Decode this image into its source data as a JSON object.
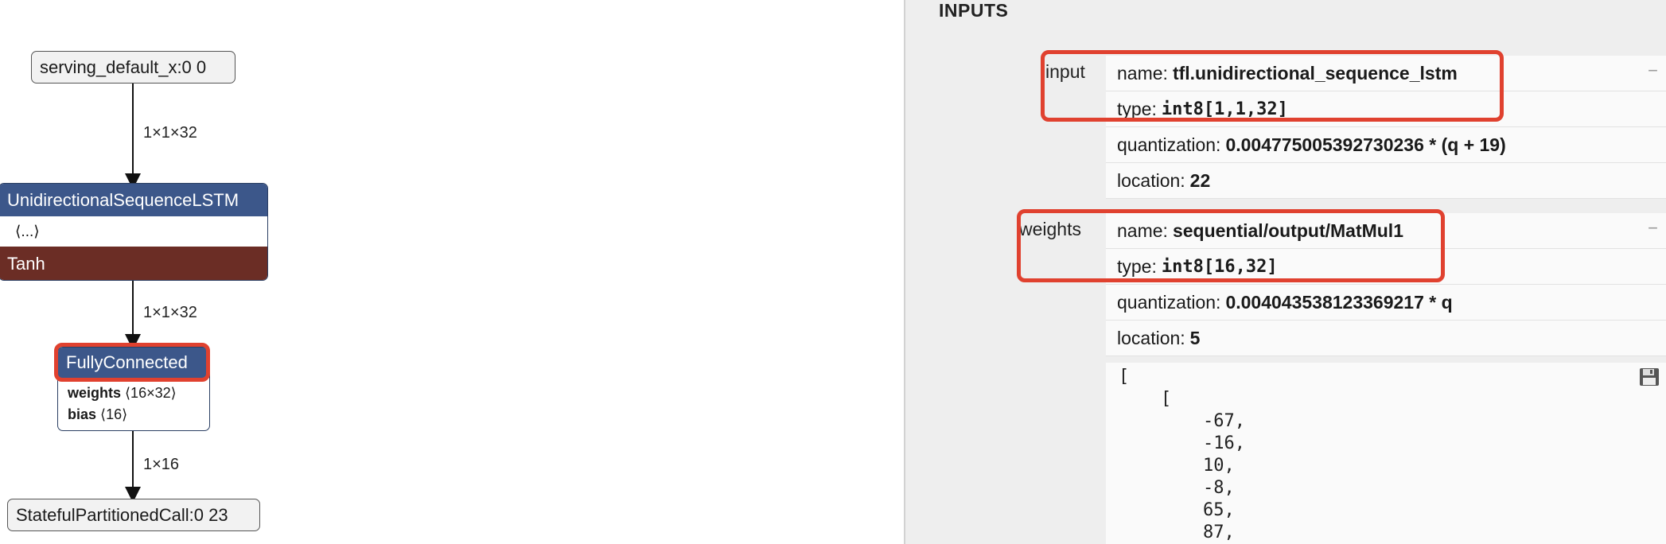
{
  "graph": {
    "input_node": "serving_default_x:0 0",
    "edge1": "1×1×32",
    "lstm": {
      "title": "UnidirectionalSequenceLSTM",
      "attr": "⟨...⟩",
      "activation": "Tanh"
    },
    "edge2": "1×1×32",
    "fc": {
      "title": "FullyConnected",
      "weights_label": "weights",
      "weights_shape": "⟨16×32⟩",
      "bias_label": "bias",
      "bias_shape": "⟨16⟩"
    },
    "edge3": "1×16",
    "output_node": "StatefulPartitionedCall:0 23"
  },
  "sidebar": {
    "section": "INPUTS",
    "input": {
      "label": "input",
      "name_key": "name:",
      "name_val": "tfl.unidirectional_sequence_lstm",
      "type_key": "type:",
      "type_val": "int8[1,1,32]",
      "quant_key": "quantization:",
      "quant_val": "0.004775005392730236 * (q + 19)",
      "loc_key": "location:",
      "loc_val": "22"
    },
    "weights": {
      "label": "weights",
      "name_key": "name:",
      "name_val": "sequential/output/MatMul1",
      "type_key": "type:",
      "type_val": "int8[16,32]",
      "quant_key": "quantization:",
      "quant_val": "0.004043538123369217 * q",
      "loc_key": "location:",
      "loc_val": "5"
    },
    "collapse_symbol": "−",
    "tensor_lines": [
      "[",
      "    [",
      "        -67,",
      "        -16,",
      "        10,",
      "        -8,",
      "        65,",
      "        87,"
    ]
  }
}
